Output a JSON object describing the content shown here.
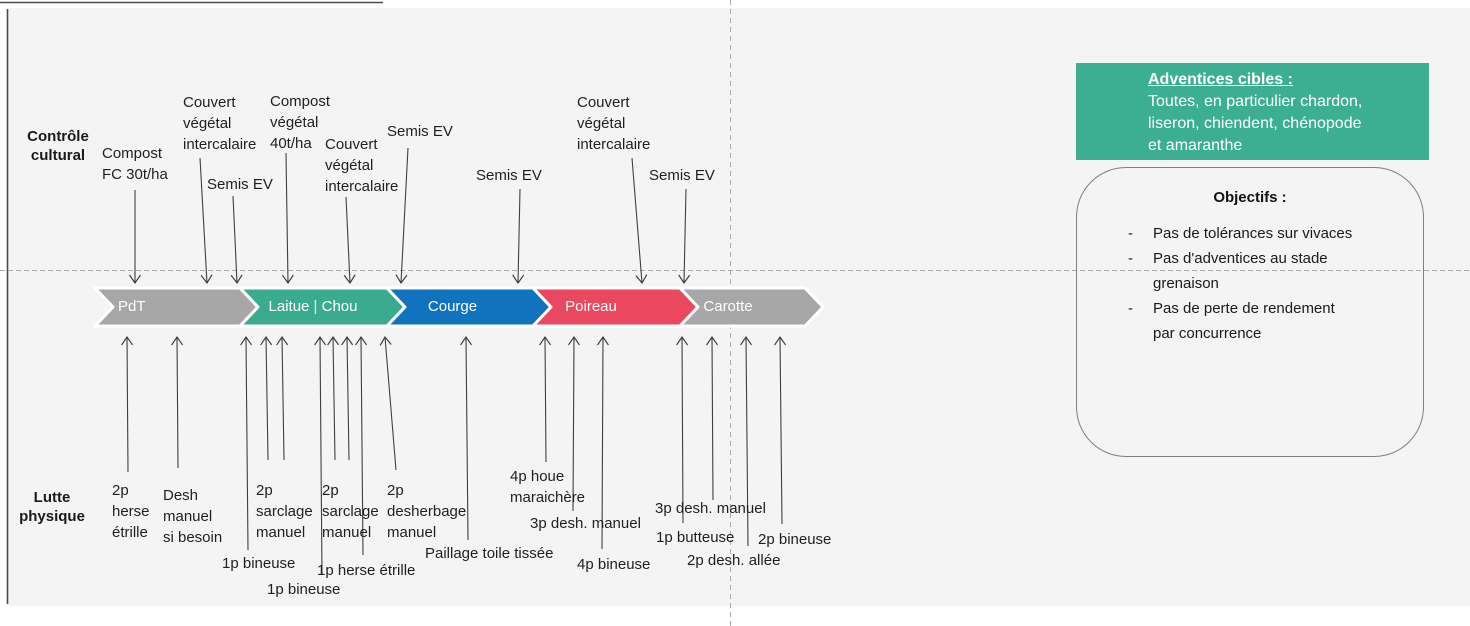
{
  "sections": {
    "top_label": "Contrôle\ncultural",
    "bottom_label": "Lutte\nphysique"
  },
  "timeline": {
    "segments": [
      {
        "label": "PdT",
        "color_key": "gray"
      },
      {
        "label": "Laitue | Chou",
        "color_key": "green"
      },
      {
        "label": "Courge",
        "color_key": "blue"
      },
      {
        "label": "Poireau",
        "color_key": "red"
      },
      {
        "label": "Carotte",
        "color_key": "gray"
      }
    ]
  },
  "top_annotations": [
    {
      "text": "Compost\nFC 30t/ha"
    },
    {
      "text": "Couvert\nvégétal\nintercalaire"
    },
    {
      "text": "Semis EV"
    },
    {
      "text": "Compost\nvégétal\n40t/ha"
    },
    {
      "text": "Couvert\nvégétal\nintercalaire"
    },
    {
      "text": "Semis EV"
    },
    {
      "text": "Semis EV"
    },
    {
      "text": "Couvert\nvégétal\nintercalaire"
    },
    {
      "text": "Semis EV"
    }
  ],
  "bottom_annotations": [
    {
      "text": "2p\nherse\nétrille"
    },
    {
      "text": "Desh\nmanuel\nsi besoin"
    },
    {
      "text": "1p bineuse"
    },
    {
      "text": "2p\nsarclage\nmanuel"
    },
    {
      "text": "1p bineuse"
    },
    {
      "text": "2p\nsarclage\nmanuel"
    },
    {
      "text": "1p herse étrille"
    },
    {
      "text": "2p\ndesherbage\nmanuel"
    },
    {
      "text": "Paillage toile tissée"
    },
    {
      "text": "4p houe\nmaraichère"
    },
    {
      "text": "3p desh. manuel"
    },
    {
      "text": "4p bineuse"
    },
    {
      "text": "3p desh. manuel"
    },
    {
      "text": "1p butteuse"
    },
    {
      "text": "2p desh. allée"
    },
    {
      "text": "2p bineuse"
    }
  ],
  "adventices_box": {
    "title": "Adventices cibles :",
    "body": "Toutes, en particulier chardon,\nliseron, chiendent, chénopode\net amaranthe"
  },
  "objectifs_box": {
    "title": "Objectifs :",
    "bullet_char": "-",
    "items": [
      "Pas de tolérances sur vivaces",
      "Pas d'adventices au stade\ngrenaison",
      "Pas de perte de rendement\npar concurrence"
    ]
  },
  "palette": {
    "green": "#3bab8f",
    "blue": "#1173bd",
    "red": "#e9485f",
    "gray": "#a7a7a7",
    "arrow": "#3f3f3f",
    "adventices_bg": "#3cae92"
  }
}
